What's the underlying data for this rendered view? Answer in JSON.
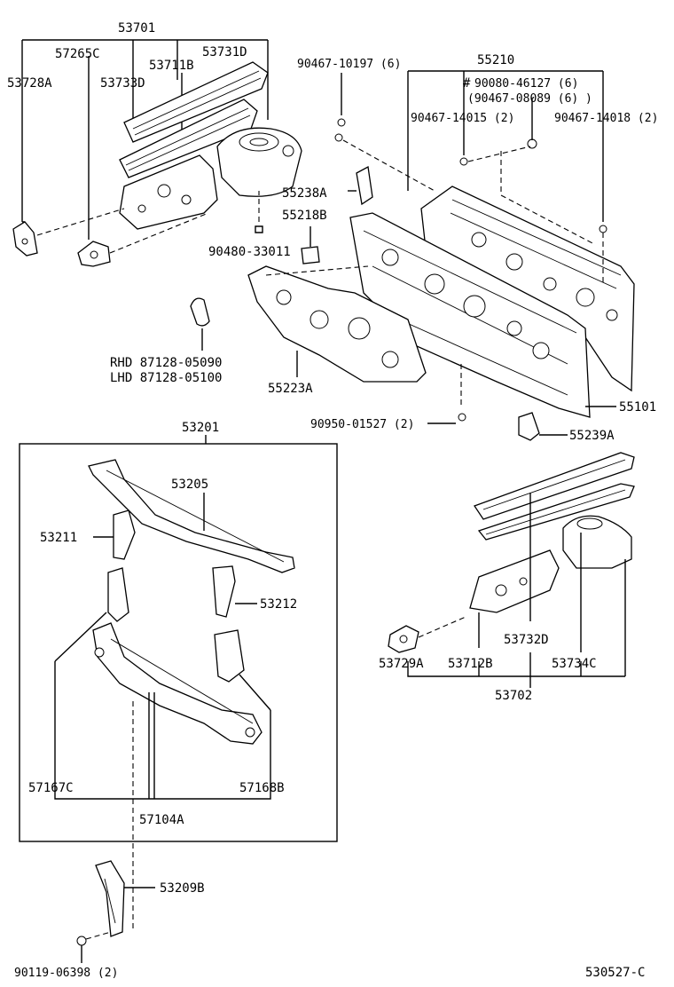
{
  "labels": {
    "p53701": "53701",
    "p57265C": "57265C",
    "p53731D": "53731D",
    "p53711B": "53711B",
    "p53728A": "53728A",
    "p53733D": "53733D",
    "p90467_10197": "90467-10197 (6)",
    "p55210": "55210",
    "p90080_46127": "90080-46127 (6)",
    "p90467_08089": "(90467-08089 (6) )",
    "hash": "#",
    "p90467_14015": "90467-14015 (2)",
    "p90467_14018": "90467-14018 (2)",
    "p55238A": "55238A",
    "p55218B": "55218B",
    "p90480_33011": "90480-33011",
    "rhd": "RHD  87128-05090",
    "lhd": "LHD  87128-05100",
    "p55223A": "55223A",
    "p90950_01527": "90950-01527 (2)",
    "p55101": "55101",
    "p55239A": "55239A",
    "p53201": "53201",
    "p53205": "53205",
    "p53211": "53211",
    "p53212": "53212",
    "p53732D": "53732D",
    "p53729A": "53729A",
    "p53712B": "53712B",
    "p53734C": "53734C",
    "p53702": "53702",
    "p57167C": "57167C",
    "p57168B": "57168B",
    "p57104A": "57104A",
    "p53209B": "53209B",
    "p90119_06398": "90119-06398 (2)",
    "drawing_no": "530527-C"
  }
}
